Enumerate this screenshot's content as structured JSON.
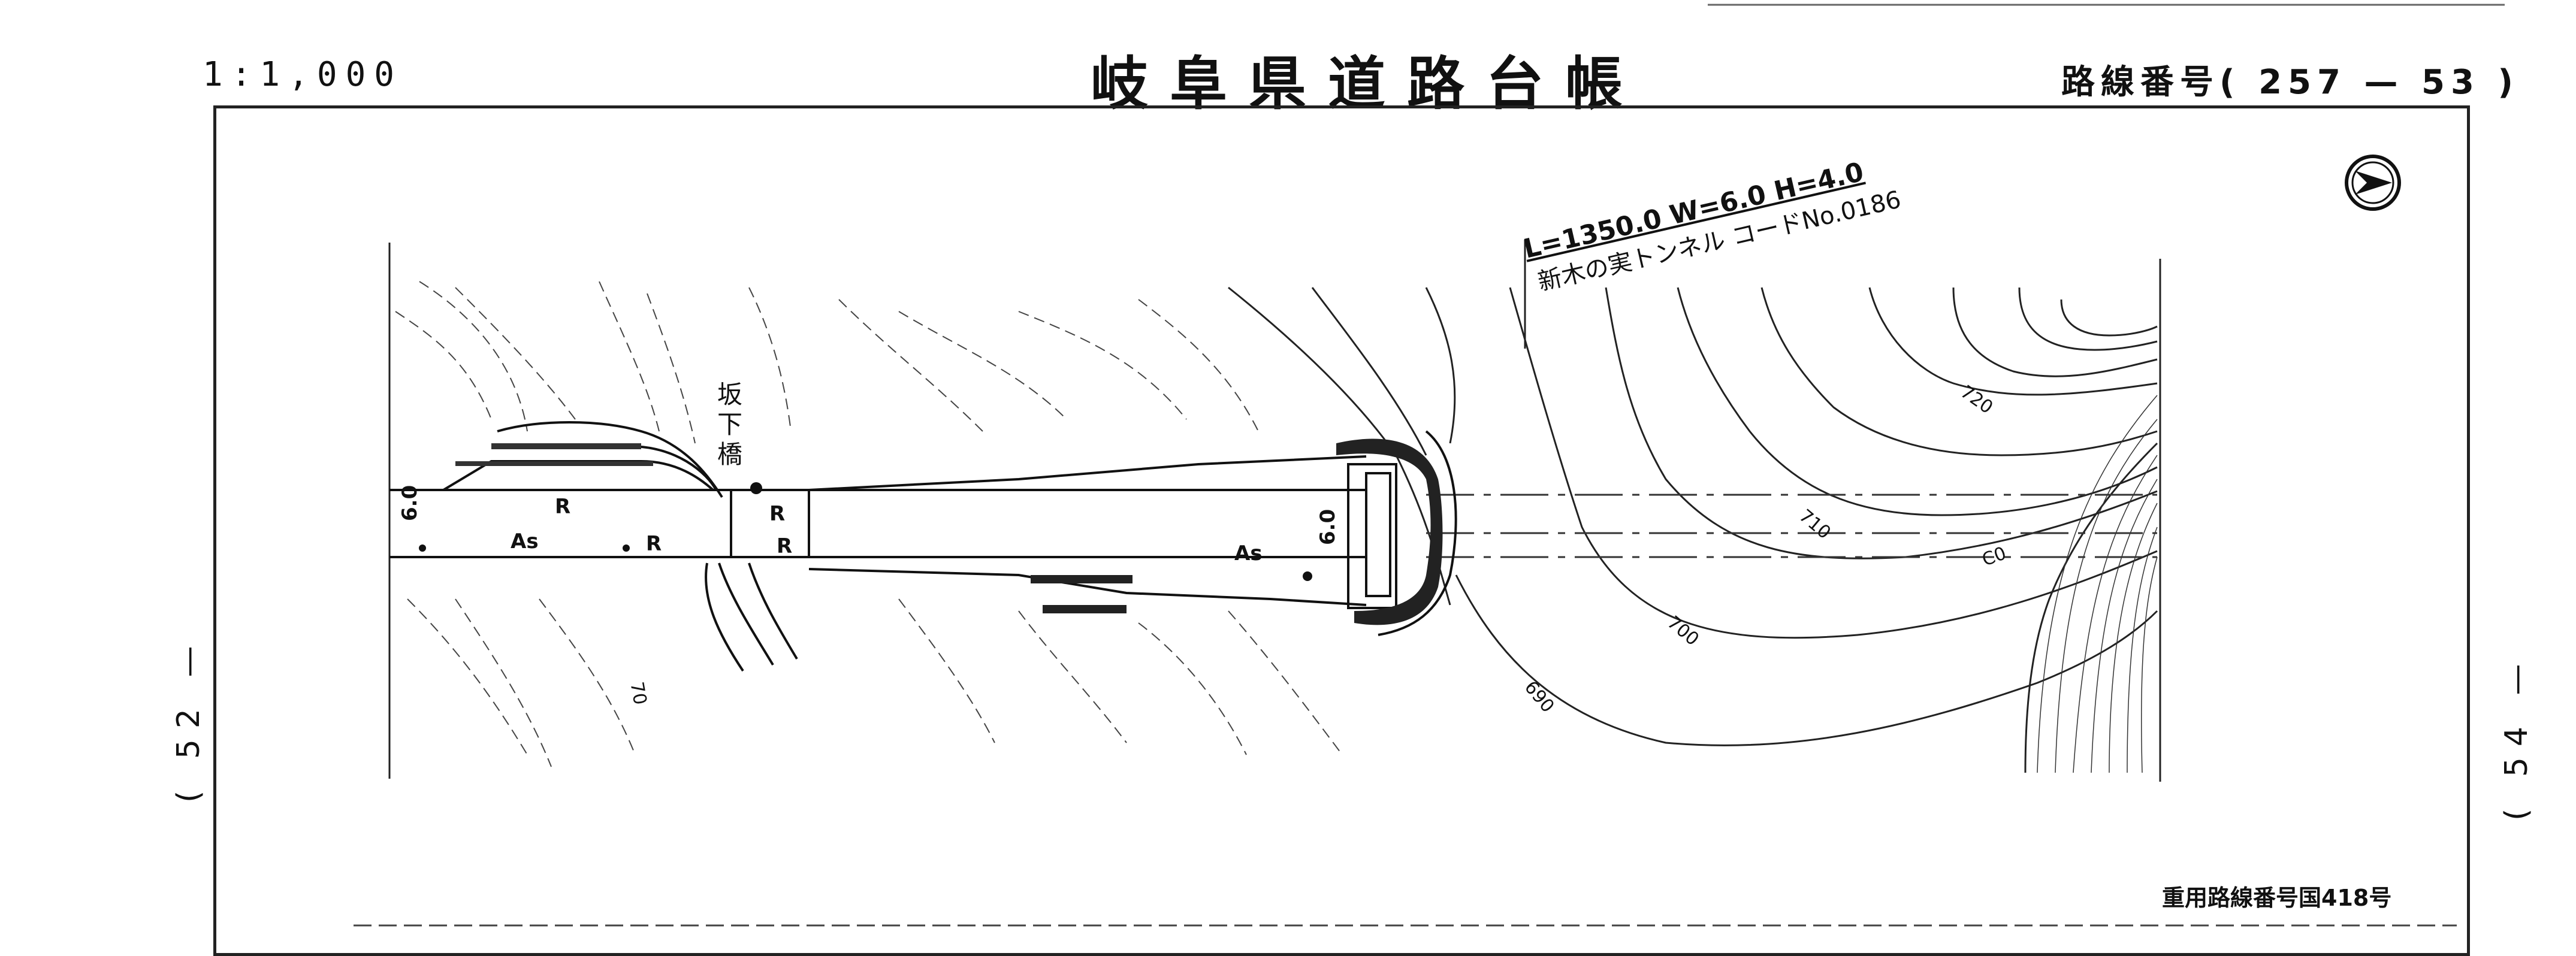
{
  "header": {
    "scale": "1:1,000",
    "title": "岐阜県道路台帳",
    "route_number": "路線番号( 257 — 53 )"
  },
  "page_refs": {
    "left": "( 52 —",
    "right": "( 54 —"
  },
  "overlap_note": "重用路線番号国418号",
  "tunnel": {
    "dimensions": "L=1350.0 W=6.0 H=4.0",
    "name": "新木の実トンネル コードNo.0186"
  },
  "bridge": {
    "name": "坂下橋"
  },
  "road_labels": {
    "width_left": "6.0",
    "width_right": "6.0",
    "surface_left": "As",
    "surface_right": "As",
    "r_top": "R",
    "r_bottom": "R",
    "r_bridge_top": "R",
    "r_bridge_bottom": "R"
  },
  "contours": [
    "720",
    "710",
    "700",
    "690",
    "70"
  ],
  "centerline_label": "C0",
  "north_arrow": {
    "icon": "north-arrow-icon"
  }
}
